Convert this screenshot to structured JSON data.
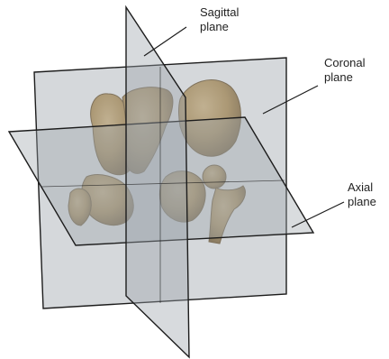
{
  "labels": {
    "sagittal": [
      "Sagittal",
      "plane"
    ],
    "coronal": [
      "Coronal",
      "plane"
    ],
    "axial": [
      "Axial",
      "plane"
    ]
  },
  "colors": {
    "background": "#ffffff",
    "plane_fill": "#9aa3a9",
    "plane_edge": "#1c1c1c",
    "bone_light": "#c9a468",
    "bone_mid": "#b08a4c",
    "bone_dark": "#7d5f2e",
    "leader_line": "#1c1c1c"
  }
}
